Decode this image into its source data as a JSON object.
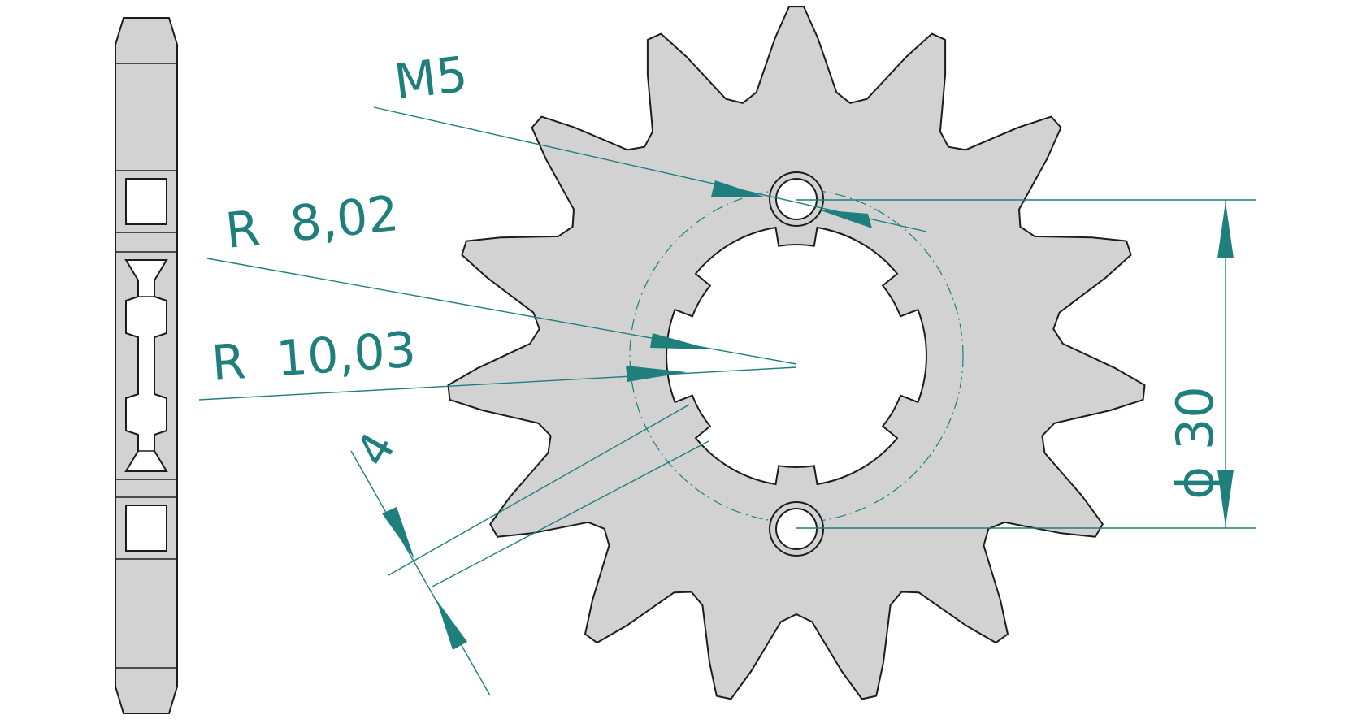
{
  "drawing": {
    "title": "",
    "thread_label": "M5",
    "radius_inner_label": "R  8,02",
    "radius_outer_label": "R  10,03",
    "spline_width_label": "4",
    "bolt_spacing_label": "ϕ 30",
    "tooth_count": 15,
    "spline_count": 6,
    "colors": {
      "part_fill": "#d2d2d2",
      "outline": "#1c1c1c",
      "dimension": "#1f7f7c",
      "background": "#ffffff"
    }
  }
}
